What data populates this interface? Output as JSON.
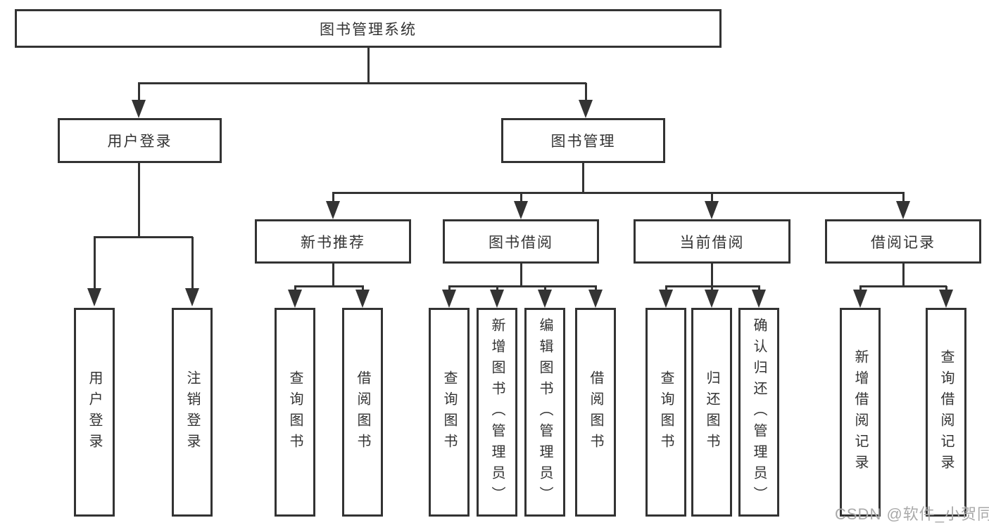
{
  "diagram": {
    "root": {
      "label": "图书管理系统"
    },
    "branches": [
      {
        "label": "用户登录",
        "children": [
          {
            "label": "用户登录"
          },
          {
            "label": "注销登录"
          }
        ]
      },
      {
        "label": "图书管理",
        "children": [
          {
            "label": "新书推荐",
            "children": [
              {
                "label": "查询图书"
              },
              {
                "label": "借阅图书"
              }
            ]
          },
          {
            "label": "图书借阅",
            "children": [
              {
                "label": "查询图书"
              },
              {
                "label": "新增图书（管理员）"
              },
              {
                "label": "编辑图书（管理员）"
              },
              {
                "label": "借阅图书"
              }
            ]
          },
          {
            "label": "当前借阅",
            "children": [
              {
                "label": "查询图书"
              },
              {
                "label": "归还图书"
              },
              {
                "label": "确认归还（管理员）"
              }
            ]
          },
          {
            "label": "借阅记录",
            "children": [
              {
                "label": "新增借阅记录"
              },
              {
                "label": "查询借阅记录"
              }
            ]
          }
        ]
      }
    ]
  },
  "watermark": {
    "text": "CSDN @软件_小贺同学"
  },
  "colors": {
    "line": "#333333",
    "text": "#333333",
    "background": "#ffffff",
    "watermark": "#a9a9a9"
  }
}
